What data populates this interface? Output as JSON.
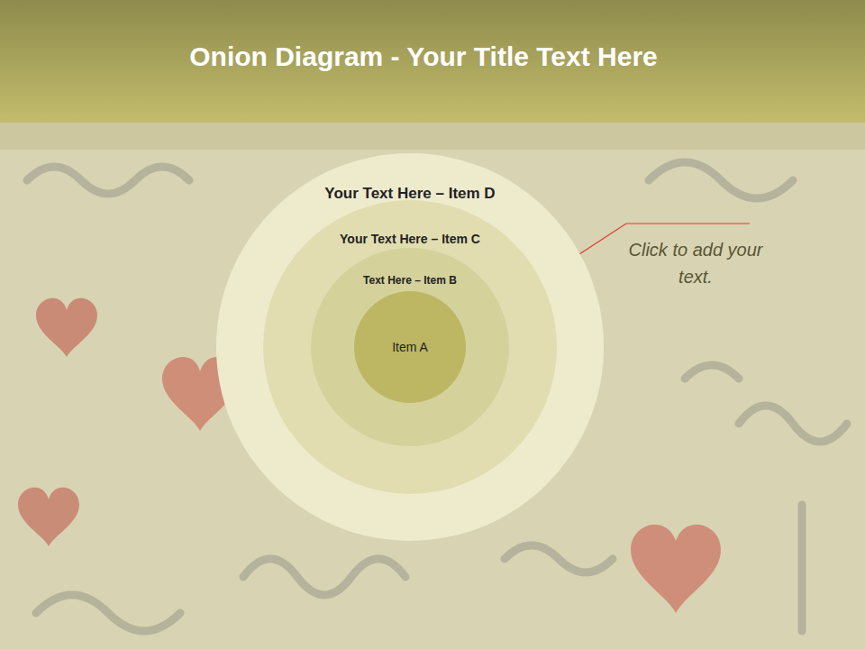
{
  "diagram": {
    "title": "Onion Diagram - Your Title Text Here",
    "nodes": [
      {
        "text": [
          "Your Text Here – Item D"
        ]
      },
      {
        "text": [
          "Your Text Here – Item C"
        ],
        "in": 0
      },
      {
        "text": [
          "Text Here – Item B"
        ],
        "in": 1
      },
      {
        "text": [
          "Item A"
        ],
        "in": 2
      }
    ],
    "labels": [
      "Click to add your text."
    ]
  }
}
